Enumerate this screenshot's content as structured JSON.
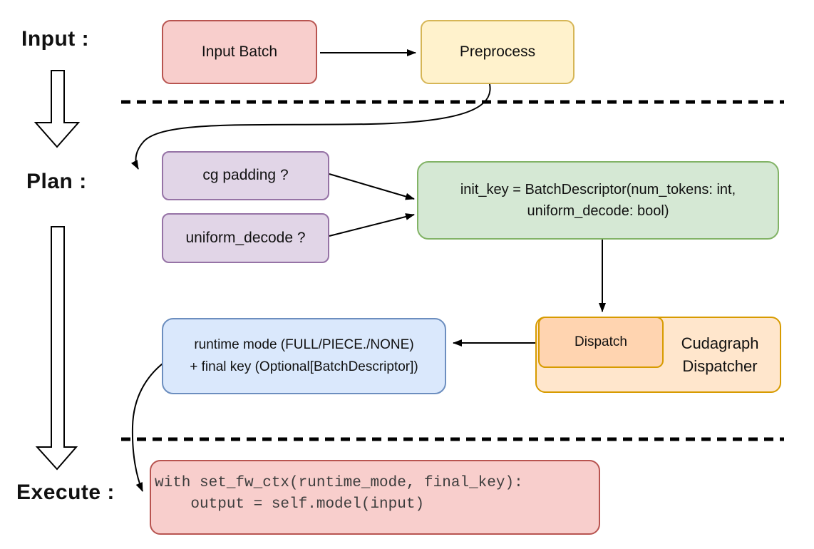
{
  "labels": {
    "input": "Input :",
    "plan": "Plan :",
    "execute": "Execute :"
  },
  "nodes": {
    "input_batch": {
      "label": "Input Batch",
      "fill": "#f8cecc",
      "stroke": "#b85450"
    },
    "preprocess": {
      "label": "Preprocess",
      "fill": "#fff2cc",
      "stroke": "#d6b656"
    },
    "cg_padding": {
      "label": "cg padding ?",
      "fill": "#e1d5e7",
      "stroke": "#9673a6"
    },
    "uniform_decode": {
      "label": "uniform_decode ?",
      "fill": "#e1d5e7",
      "stroke": "#9673a6"
    },
    "init_key": {
      "label": "init_key = BatchDescriptor(num_tokens: int,\nuniform_decode: bool)",
      "fill": "#d5e8d4",
      "stroke": "#82b366"
    },
    "cudagraph_dispatcher": {
      "label": "Cudagraph\nDispatcher",
      "fill": "#ffe6cc",
      "stroke": "#d79b00"
    },
    "dispatch": {
      "label": "Dispatch",
      "fill": "#ffd4b0",
      "stroke": "#d79b00"
    },
    "runtime_mode": {
      "label": "runtime mode (FULL/PIECE./NONE)\n+ final key (Optional[BatchDescriptor])",
      "fill": "#dae8fc",
      "stroke": "#6c8ebf"
    },
    "execute_code": {
      "label": "with set_fw_ctx(runtime_mode, final_key):\n    output = self.model(input)",
      "fill": "#f8cecc",
      "stroke": "#b85450"
    }
  }
}
